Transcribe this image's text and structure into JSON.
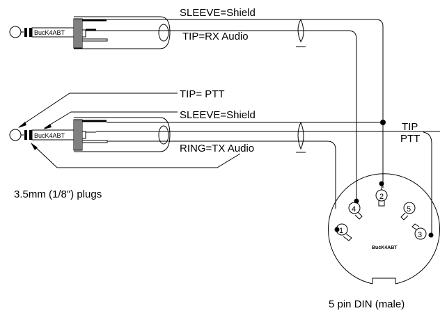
{
  "plugs": {
    "top": {
      "brand": "BucK4ABT",
      "labels": {
        "sleeve": "SLEEVE=Shield",
        "tip": "TIP=RX Audio"
      }
    },
    "bottom": {
      "brand": "BucK4ABT",
      "labels": {
        "tip": "TIP= PTT",
        "sleeve": "SLEEVE=Shield",
        "ring": "RING=TX Audio"
      }
    },
    "caption": "3.5mm  (1/8\") plugs"
  },
  "junction_label": {
    "line1": "TIP",
    "line2": "PTT"
  },
  "din": {
    "caption": "5 pin DIN (male)",
    "brand": "BucK4ABT",
    "pins": [
      "1",
      "2",
      "3",
      "4",
      "5"
    ]
  }
}
